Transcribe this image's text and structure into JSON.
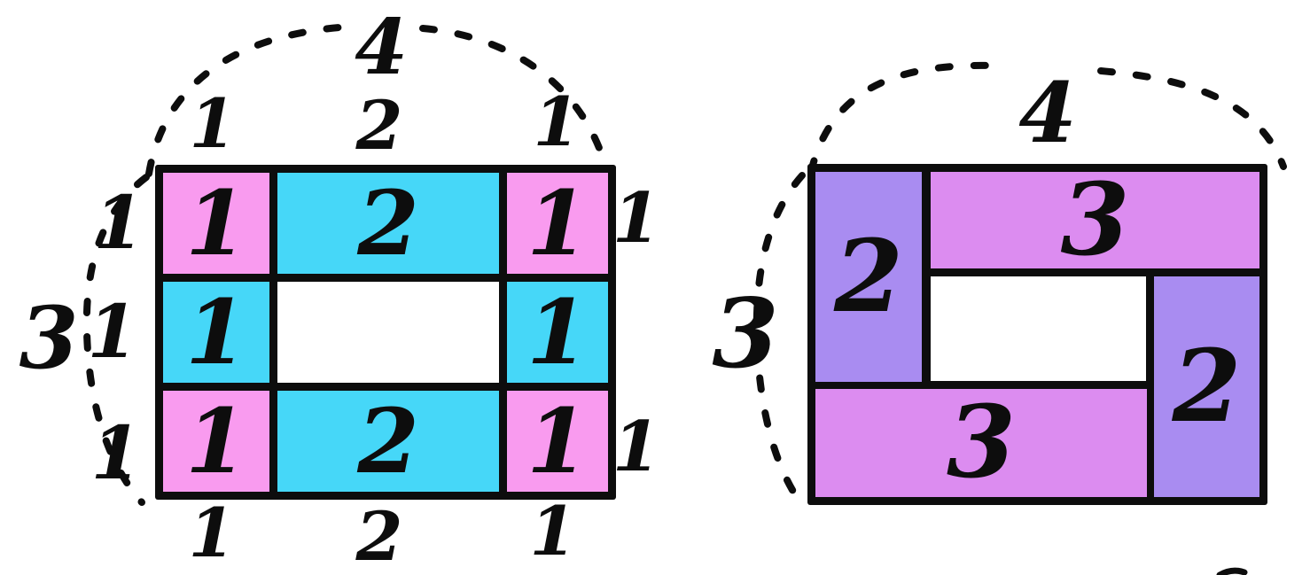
{
  "colors": {
    "pink": "#F99BEF",
    "cyan": "#46D7F8",
    "purple": "#A98CF1",
    "orchid": "#DC8CF0",
    "white": "#FFFFFF",
    "ink": "#0D0D0D",
    "background": "#FFFFFF"
  },
  "left_diagram": {
    "arc_top_label": "4",
    "arc_left_label": "3",
    "top_edge_labels": [
      "1",
      "2",
      "1"
    ],
    "bottom_edge_labels": [
      "1",
      "2",
      "1"
    ],
    "left_edge_labels": [
      "1",
      "1",
      "1"
    ],
    "right_edge_labels": [
      "1",
      "1"
    ],
    "grid": {
      "rows": [
        [
          {
            "value": "1",
            "color": "pink"
          },
          {
            "value": "2",
            "color": "cyan"
          },
          {
            "value": "1",
            "color": "pink"
          }
        ],
        [
          {
            "value": "1",
            "color": "cyan"
          },
          {
            "value": "",
            "color": "white"
          },
          {
            "value": "1",
            "color": "cyan"
          }
        ],
        [
          {
            "value": "1",
            "color": "pink"
          },
          {
            "value": "2",
            "color": "cyan"
          },
          {
            "value": "1",
            "color": "pink"
          }
        ]
      ]
    }
  },
  "right_diagram": {
    "arc_top_label": "4",
    "arc_left_label": "3",
    "cells": [
      {
        "name": "left-column",
        "value": "2",
        "color": "purple"
      },
      {
        "name": "top-row",
        "value": "3",
        "color": "orchid"
      },
      {
        "name": "right-column",
        "value": "2",
        "color": "purple"
      },
      {
        "name": "bottom-row",
        "value": "3",
        "color": "orchid"
      }
    ]
  }
}
